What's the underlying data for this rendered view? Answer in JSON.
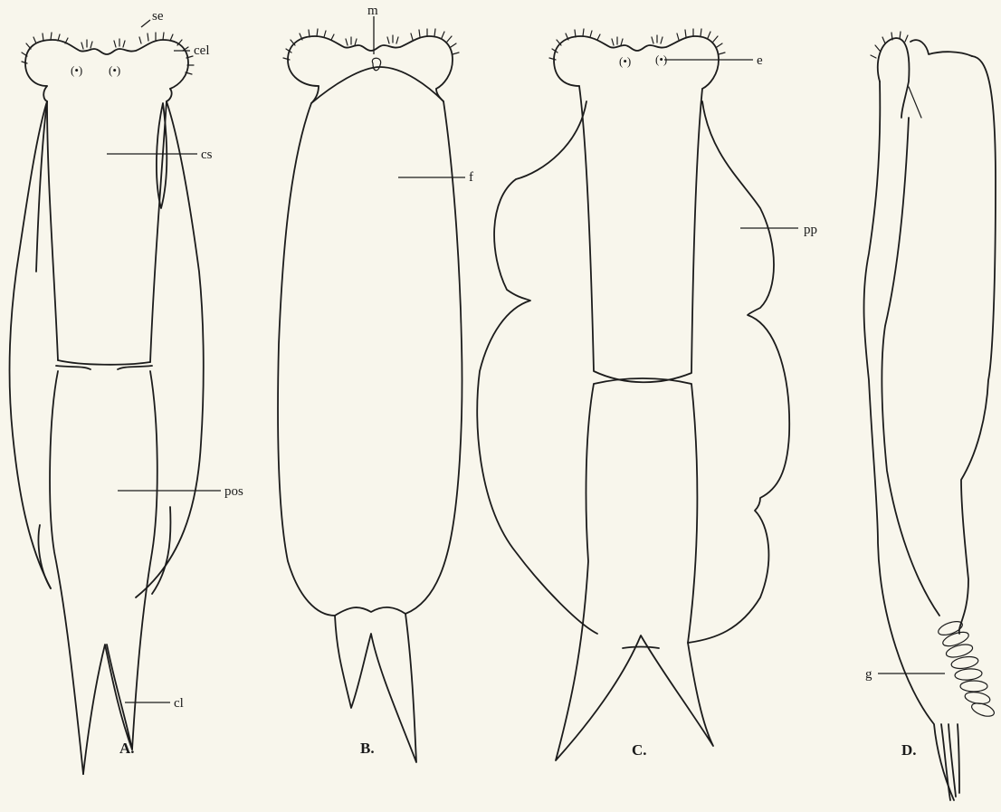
{
  "labels": {
    "se": "se",
    "cel": "cel",
    "cs": "cs",
    "pos": "pos",
    "cl": "cl",
    "m": "m",
    "f": "f",
    "e": "e",
    "pp": "pp",
    "g": "g"
  },
  "captions": {
    "A": "A.",
    "B": "B.",
    "C": "C.",
    "D": "D."
  },
  "colors": {
    "background": "#f8f6ec",
    "ink": "#1c1c1c"
  }
}
